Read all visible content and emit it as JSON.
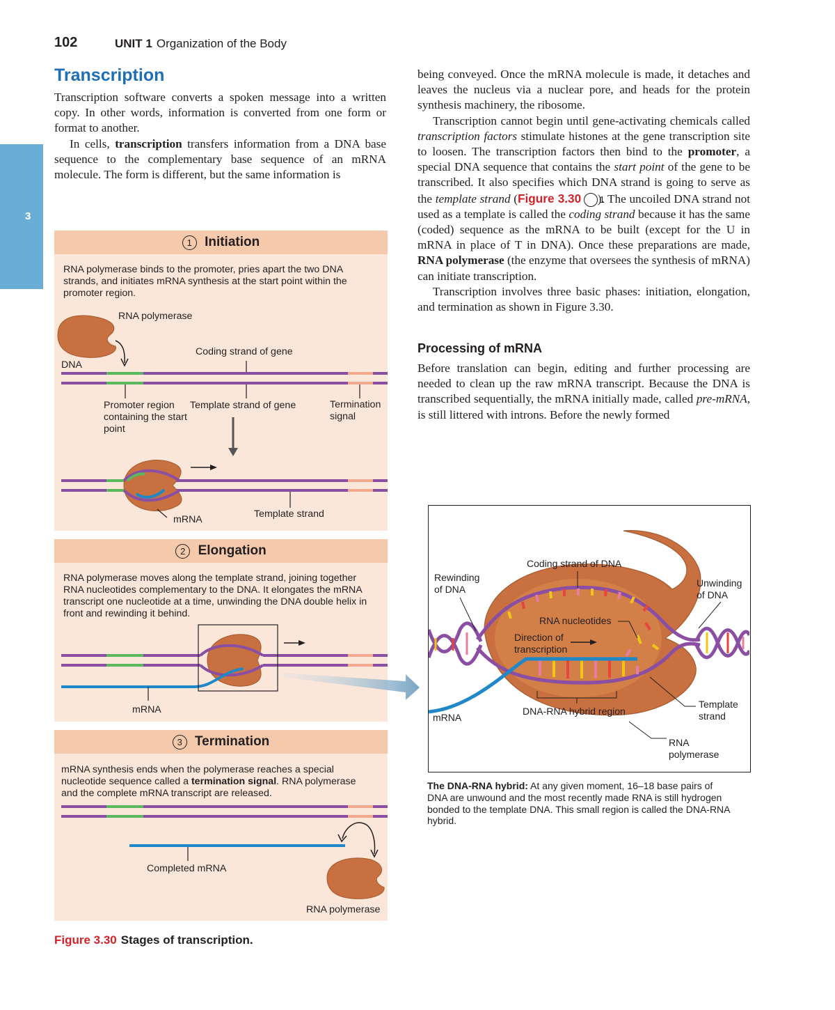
{
  "header": {
    "page_number": "102",
    "unit_label": "UNIT 1",
    "unit_title": "Organization of the Body"
  },
  "side_tab": {
    "chapter": "3",
    "color": "#6aaed6"
  },
  "section": {
    "heading": "Transcription",
    "col1_p1": "Transcription software converts a spoken message into a written copy. In other words, information is converted from one form or format to another.",
    "col1_p2_a": "In cells, ",
    "col1_p2_bold": "transcription",
    "col1_p2_b": " transfers information from a DNA base sequence to the complementary base sequence of an mRNA molecule. The form is different, but the same information is",
    "col2_p1": "being conveyed. Once the mRNA molecule is made, it detaches and leaves the nucleus via a nuclear pore, and heads for the protein synthesis machinery, the ribosome.",
    "col2_p2_a": "Transcription cannot begin until gene-activating chemicals called ",
    "col2_p2_italic1": "transcription factors",
    "col2_p2_b": " stimulate histones at the gene transcription site to loosen. The transcription factors then bind to the ",
    "col2_p2_bold1": "promoter",
    "col2_p2_c": ", a special DNA sequence that contains the ",
    "col2_p2_italic2": "start point",
    "col2_p2_d": " of the gene to be transcribed. It also specifies which DNA strand is going to serve as the ",
    "col2_p2_italic3": "template strand",
    "col2_p2_e": " (",
    "col2_p2_figref": "Figure 3.30",
    "col2_p2_circ": "1",
    "col2_p2_f": "). The uncoiled DNA strand not used as a template is called the ",
    "col2_p2_italic4": "coding strand",
    "col2_p2_g": " because it has the same (coded) sequence as the mRNA to be built (except for the U in mRNA in place of T in DNA). Once these preparations are made, ",
    "col2_p2_bold2": "RNA polymerase",
    "col2_p2_h": " (the enzyme that oversees the synthesis of mRNA) can initiate transcription.",
    "col2_p3": "Transcription involves three basic phases: initiation, elongation, and termination as shown in Figure 3.30.",
    "subheading": "Processing of mRNA",
    "col2_p4_a": "Before translation can begin, editing and further processing are needed to clean up the raw mRNA transcript. Because the DNA is transcribed sequentially, the mRNA initially made, called ",
    "col2_p4_italic": "pre-mRNA",
    "col2_p4_b": ", is still littered with introns. Before the newly formed"
  },
  "figure": {
    "initiation": {
      "num": "1",
      "title": "Initiation",
      "desc": "RNA polymerase binds to the promoter, pries apart the two DNA strands, and initiates mRNA synthesis at the start point within the promoter region.",
      "rna_polymerase": "RNA polymerase",
      "dna": "DNA",
      "coding_strand": "Coding strand of gene",
      "promoter": "Promoter region containing the start point",
      "template_strand_gene": "Template strand of gene",
      "termination_signal": "Termination signal",
      "mrna": "mRNA",
      "template_strand": "Template strand"
    },
    "elongation": {
      "num": "2",
      "title": "Elongation",
      "desc": "RNA polymerase moves along the template strand, joining together RNA nucleotides complementary to the DNA. It elongates the mRNA transcript one nucleotide at a time, unwinding the DNA double helix in front and rewinding it behind.",
      "mrna": "mRNA"
    },
    "termination": {
      "num": "3",
      "title": "Termination",
      "desc_a": "mRNA synthesis ends when the polymerase reaches a special nucleotide sequence called a ",
      "desc_bold": "termination signal",
      "desc_b": ". RNA polymerase and the complete mRNA transcript are released.",
      "completed_mrna": "Completed mRNA",
      "rna_polymerase": "RNA polymerase"
    },
    "detail": {
      "coding_strand": "Coding strand of DNA",
      "rewinding": "Rewinding of DNA",
      "unwinding": "Unwinding of DNA",
      "rna_nucleotides": "RNA nucleotides",
      "direction": "Direction of transcription",
      "mrna": "mRNA",
      "hybrid_region": "DNA-RNA hybrid region",
      "template_strand": "Template strand",
      "rna_polymerase": "RNA polymerase"
    },
    "caption_bold": "The DNA-RNA hybrid:",
    "caption_text": " At any given moment, 16–18 base pairs of DNA are unwound and the most recently made RNA is still hydrogen bonded to the template DNA. This small region is called the DNA-RNA hybrid.",
    "figure_number": "Figure 3.30",
    "figure_title": "Stages of transcription.",
    "colors": {
      "strand": "#8a4fa3",
      "promoter": "#5bb85c",
      "termination": "#f2aa8f",
      "mrna": "#1e88c8",
      "polymerase": "#c8703f",
      "panel": "#fbe7d9",
      "panel_head": "#f5c9ab",
      "accent_red": "#d2232a",
      "accent_blue": "#1f6fb5"
    }
  }
}
